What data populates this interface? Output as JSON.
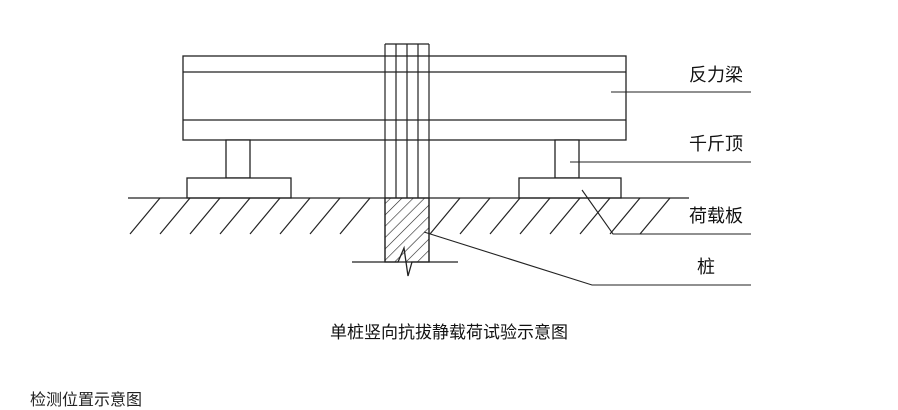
{
  "labels": {
    "reaction_beam": "反力梁",
    "jack": "千斤顶",
    "load_plate": "荷载板",
    "pile": "桩"
  },
  "caption": "单桩竖向抗拔静载荷试验示意图",
  "cut_text": "检测位置示意图"
}
